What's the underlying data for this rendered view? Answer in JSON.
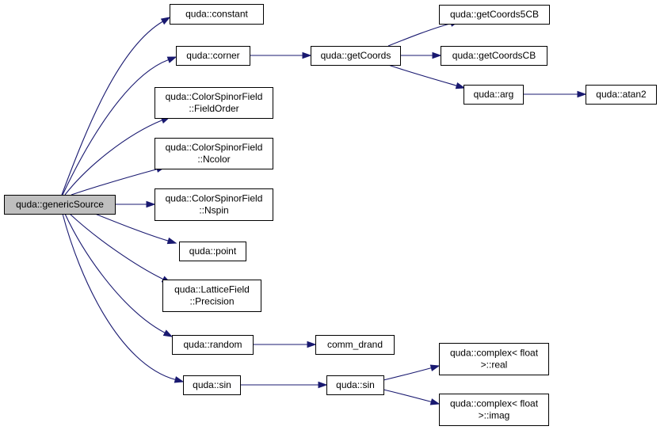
{
  "graph": {
    "nodes": [
      {
        "id": "genericSource",
        "lines": [
          "quda::genericSource"
        ],
        "root": true
      },
      {
        "id": "constant",
        "lines": [
          "quda::constant"
        ]
      },
      {
        "id": "corner",
        "lines": [
          "quda::corner"
        ]
      },
      {
        "id": "fieldorder",
        "lines": [
          "quda::ColorSpinorField",
          "::FieldOrder"
        ]
      },
      {
        "id": "ncolor",
        "lines": [
          "quda::ColorSpinorField",
          "::Ncolor"
        ]
      },
      {
        "id": "nspin",
        "lines": [
          "quda::ColorSpinorField",
          "::Nspin"
        ]
      },
      {
        "id": "point",
        "lines": [
          "quda::point"
        ]
      },
      {
        "id": "precision",
        "lines": [
          "quda::LatticeField",
          "::Precision"
        ]
      },
      {
        "id": "random",
        "lines": [
          "quda::random"
        ]
      },
      {
        "id": "sin1",
        "lines": [
          "quda::sin"
        ]
      },
      {
        "id": "getCoords",
        "lines": [
          "quda::getCoords"
        ]
      },
      {
        "id": "comm_drand",
        "lines": [
          "comm_drand"
        ]
      },
      {
        "id": "sin2",
        "lines": [
          "quda::sin"
        ]
      },
      {
        "id": "getCoords5CB",
        "lines": [
          "quda::getCoords5CB"
        ]
      },
      {
        "id": "getCoordsCB",
        "lines": [
          "quda::getCoordsCB"
        ]
      },
      {
        "id": "arg",
        "lines": [
          "quda::arg"
        ]
      },
      {
        "id": "atan2",
        "lines": [
          "quda::atan2"
        ]
      },
      {
        "id": "real",
        "lines": [
          "quda::complex< float",
          ">::real"
        ]
      },
      {
        "id": "imag",
        "lines": [
          "quda::complex< float",
          ">::imag"
        ]
      }
    ],
    "edges": [
      {
        "from": "genericSource",
        "to": "constant"
      },
      {
        "from": "genericSource",
        "to": "corner"
      },
      {
        "from": "genericSource",
        "to": "fieldorder"
      },
      {
        "from": "genericSource",
        "to": "ncolor"
      },
      {
        "from": "genericSource",
        "to": "nspin"
      },
      {
        "from": "genericSource",
        "to": "point"
      },
      {
        "from": "genericSource",
        "to": "precision"
      },
      {
        "from": "genericSource",
        "to": "random"
      },
      {
        "from": "genericSource",
        "to": "sin1"
      },
      {
        "from": "corner",
        "to": "getCoords"
      },
      {
        "from": "getCoords",
        "to": "getCoords5CB"
      },
      {
        "from": "getCoords",
        "to": "getCoordsCB"
      },
      {
        "from": "getCoords",
        "to": "arg"
      },
      {
        "from": "arg",
        "to": "atan2"
      },
      {
        "from": "random",
        "to": "comm_drand"
      },
      {
        "from": "sin1",
        "to": "sin2"
      },
      {
        "from": "sin2",
        "to": "real"
      },
      {
        "from": "sin2",
        "to": "imag"
      }
    ],
    "colors": {
      "edge": "#191970",
      "root_fill": "#bfbfbf",
      "node_fill": "#ffffff",
      "node_stroke": "#000000"
    }
  }
}
